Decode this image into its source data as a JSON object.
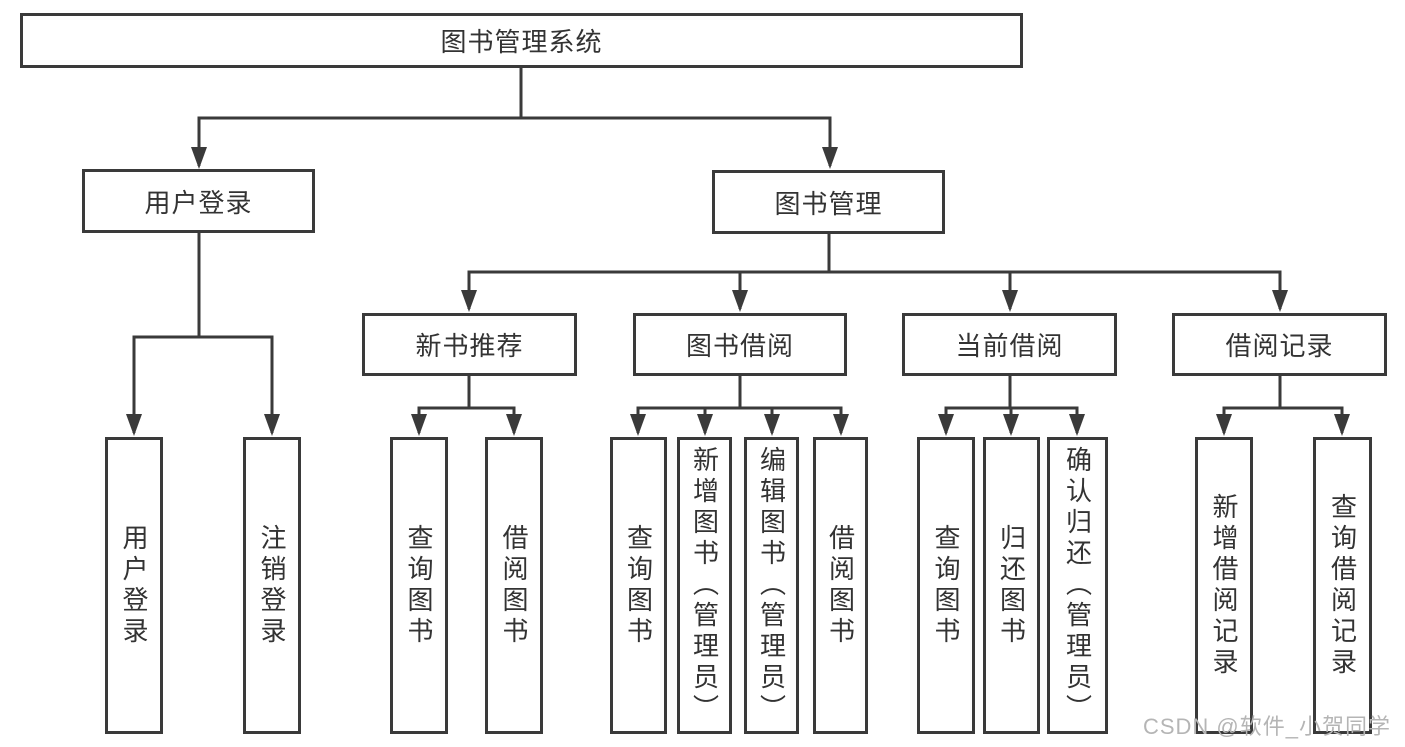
{
  "diagram": {
    "type": "hierarchy-tree",
    "tree": {
      "root": {
        "label": "图书管理系统"
      },
      "branches": [
        {
          "label": "用户登录",
          "children": [
            {
              "label": "用户登录"
            },
            {
              "label": "注销登录"
            }
          ]
        },
        {
          "label": "图书管理",
          "children": [
            {
              "label": "新书推荐",
              "children": [
                {
                  "label": "查询图书"
                },
                {
                  "label": "借阅图书"
                }
              ]
            },
            {
              "label": "图书借阅",
              "children": [
                {
                  "label": "查询图书"
                },
                {
                  "label": "新增图书（管理员）"
                },
                {
                  "label": "编辑图书（管理员）"
                },
                {
                  "label": "借阅图书"
                }
              ]
            },
            {
              "label": "当前借阅",
              "children": [
                {
                  "label": "查询图书"
                },
                {
                  "label": "归还图书"
                },
                {
                  "label": "确认归还（管理员）"
                }
              ]
            },
            {
              "label": "借阅记录",
              "children": [
                {
                  "label": "新增借阅记录"
                },
                {
                  "label": "查询借阅记录"
                }
              ]
            }
          ]
        }
      ]
    },
    "colors": {
      "line": "#3a3a3a",
      "box_border": "#3a3a3a",
      "box_background": "#ffffff",
      "text": "#333333",
      "watermark": "#b5b5b5"
    }
  },
  "watermark": "CSDN @软件_小贺同学"
}
